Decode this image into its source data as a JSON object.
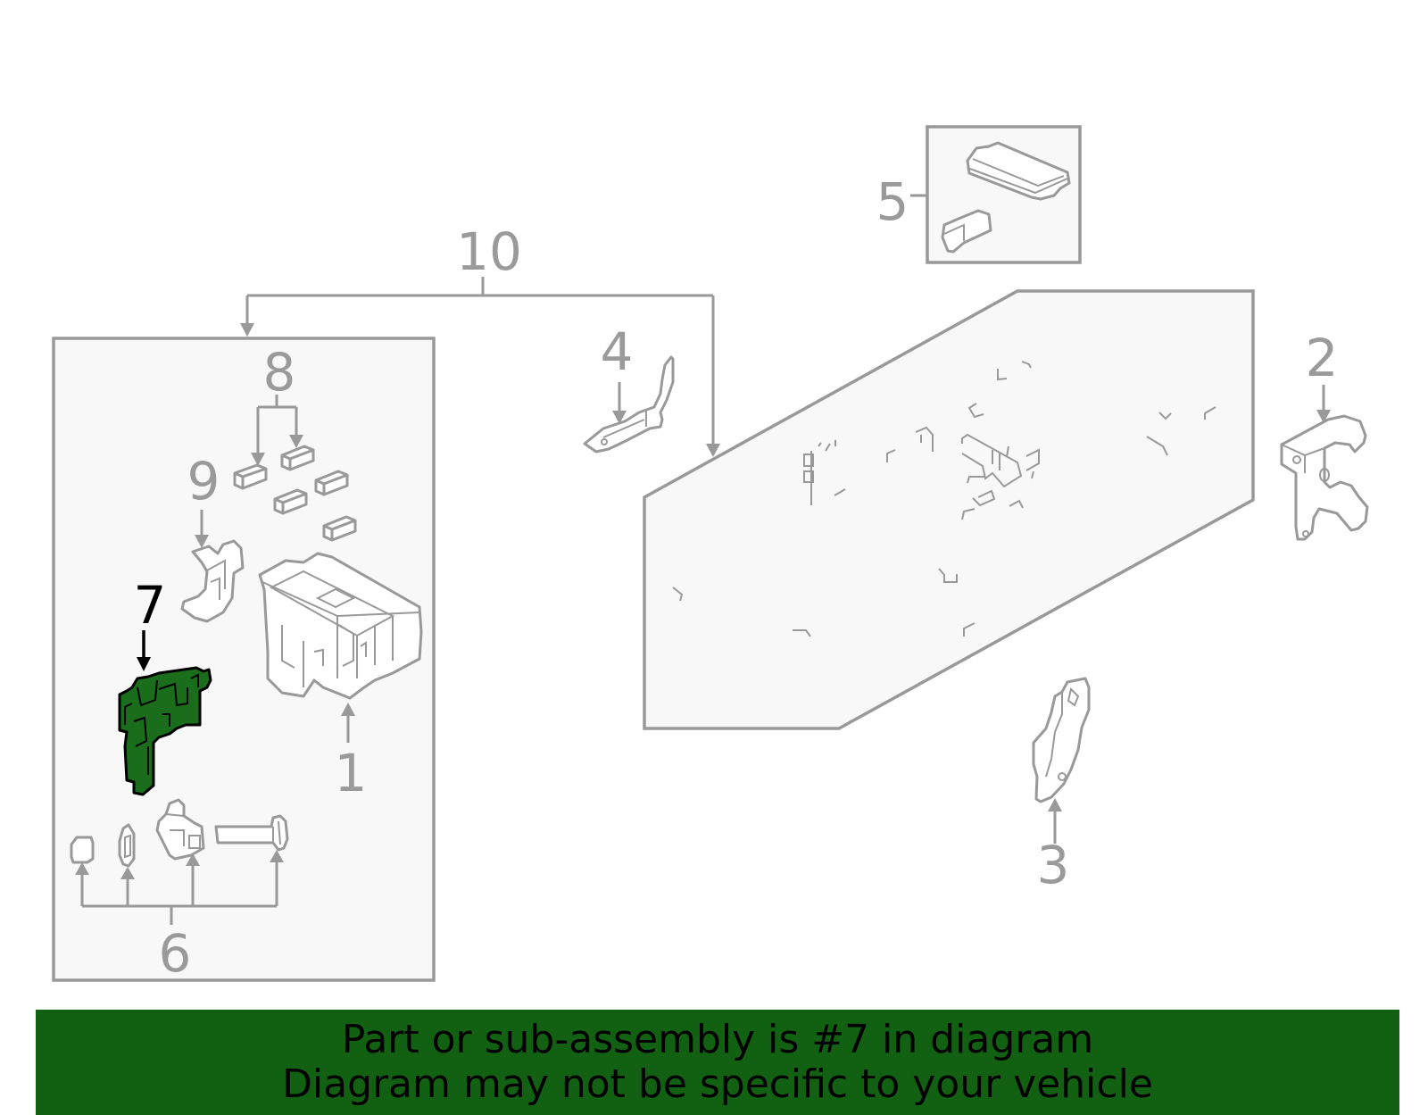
{
  "callouts": {
    "c1": "1",
    "c2": "2",
    "c3": "3",
    "c4": "4",
    "c5": "5",
    "c6": "6",
    "c7": "7",
    "c8": "8",
    "c9": "9",
    "c10": "10"
  },
  "highlighted_part": "7",
  "colors": {
    "highlight_fill": "#1a6d1a",
    "banner_bg": "#126112",
    "line_gray": "#999999",
    "box_fill": "#f8f8f8"
  },
  "banner": {
    "line1": "Part or sub-assembly is #7 in diagram",
    "line2": "Diagram may not be specific to your vehicle"
  }
}
